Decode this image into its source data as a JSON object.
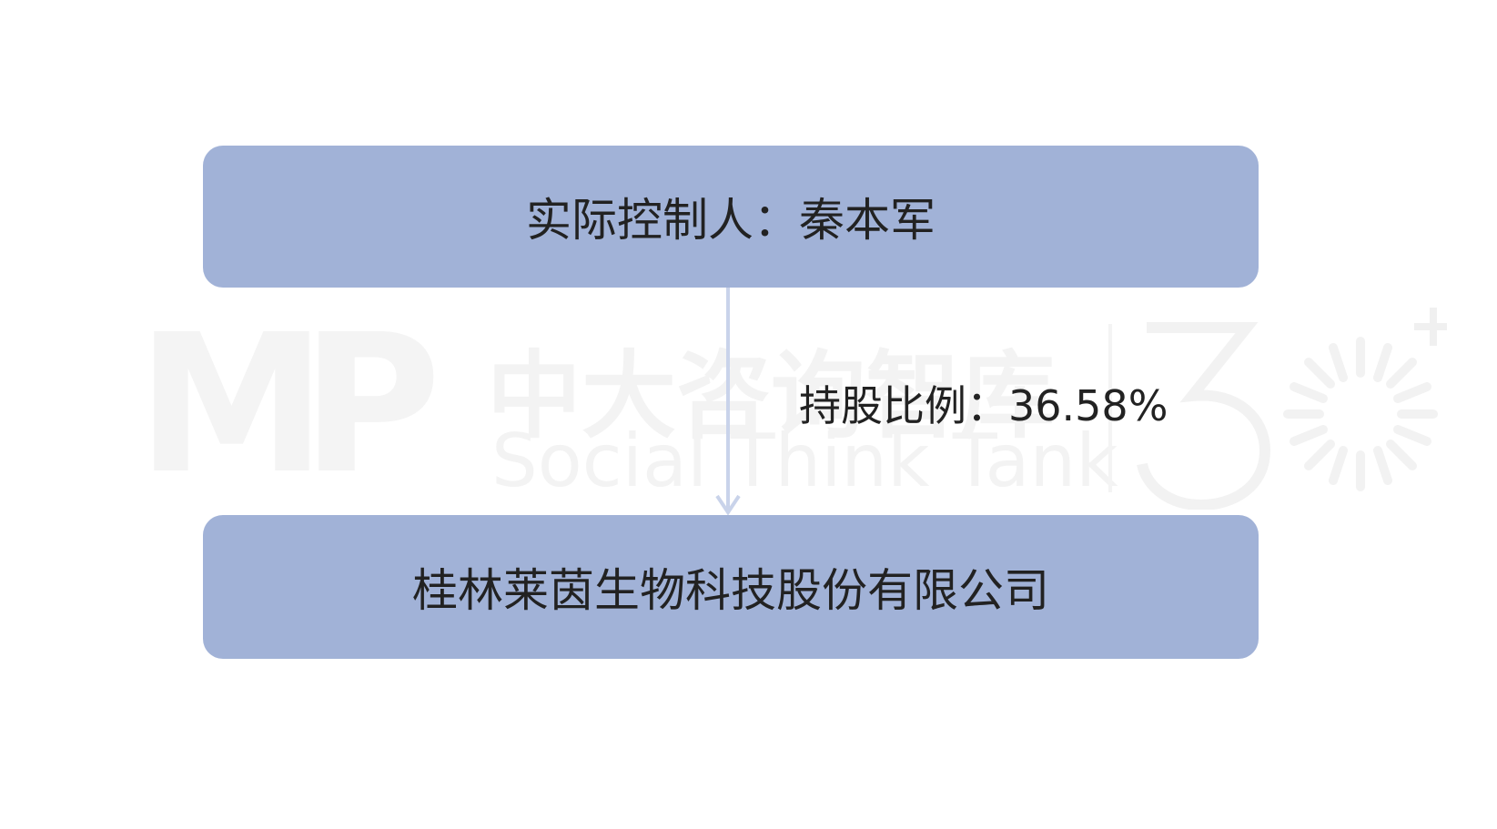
{
  "diagram": {
    "controller_label": "实际控制人：秦本军",
    "company_label": "桂林莱茵生物科技股份有限公司",
    "holding_label": "持股比例：36.58%"
  },
  "watermark": {
    "logo": "MP",
    "name_cn": "中大咨询智库",
    "name_en": "Social Think Tank"
  },
  "colors": {
    "box_fill": "#a1b2d7",
    "connector": "#c9d3ea",
    "text": "#222222",
    "watermark": "#f3f3f3"
  }
}
